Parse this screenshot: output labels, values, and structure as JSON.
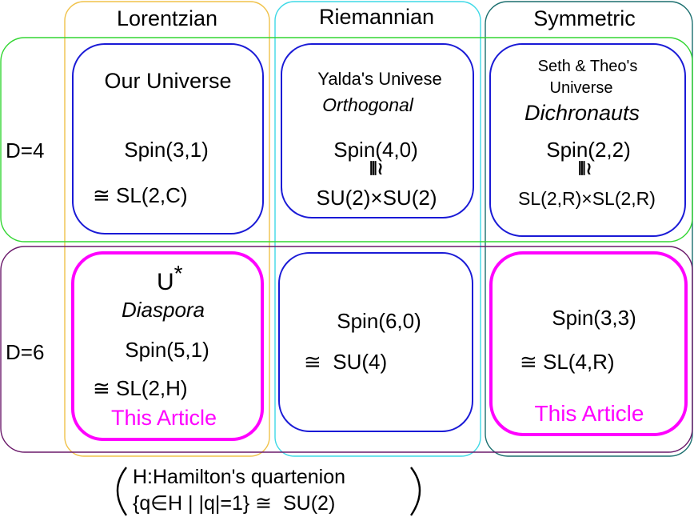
{
  "columns": {
    "lorentzian": "Lorentzian",
    "riemannian": "Riemannian",
    "symmetric": "Symmetric"
  },
  "rows": {
    "d4": "D=4",
    "d6": "D=6"
  },
  "cells": {
    "lor4": {
      "title": "Our Universe",
      "group": "Spin(3,1)",
      "iso": "≅ SL(2,C)"
    },
    "rie4": {
      "title": "Yalda's Univese",
      "subtitle": "Orthogonal",
      "group": "Spin(4,0)",
      "iso_symbol": "⫴≀",
      "iso": "SU(2)×SU(2)"
    },
    "sym4": {
      "title_line1": "Seth & Theo's",
      "title_line2": "Universe",
      "subtitle": "Dichronauts",
      "group": "Spin(2,2)",
      "iso_symbol": "⫴≀",
      "iso": "SL(2,R)×SL(2,R)"
    },
    "lor6": {
      "title": "U",
      "title_sup": "*",
      "subtitle": "Diaspora",
      "group": "Spin(5,1)",
      "iso": "≅ SL(2,H)",
      "note": "This Article"
    },
    "rie6": {
      "group": "Spin(6,0)",
      "iso": "≅  SU(4)"
    },
    "sym6": {
      "group": "Spin(3,3)",
      "iso": "≅ SL(4,R)",
      "note": "This Article"
    }
  },
  "footnote": {
    "line1": "H:Hamilton's quartenion",
    "line2": "{q∈H | |q|=1} ≅  SU(2)"
  },
  "colors": {
    "lorentzian_border": "#f0c24a",
    "riemannian_border": "#3fd9e6",
    "symmetric_border": "#1b6f6f",
    "d4_border": "#33d633",
    "d6_border": "#6b1a6b",
    "cell_border": "#1a1ad6",
    "highlight": "#ff00ff"
  }
}
